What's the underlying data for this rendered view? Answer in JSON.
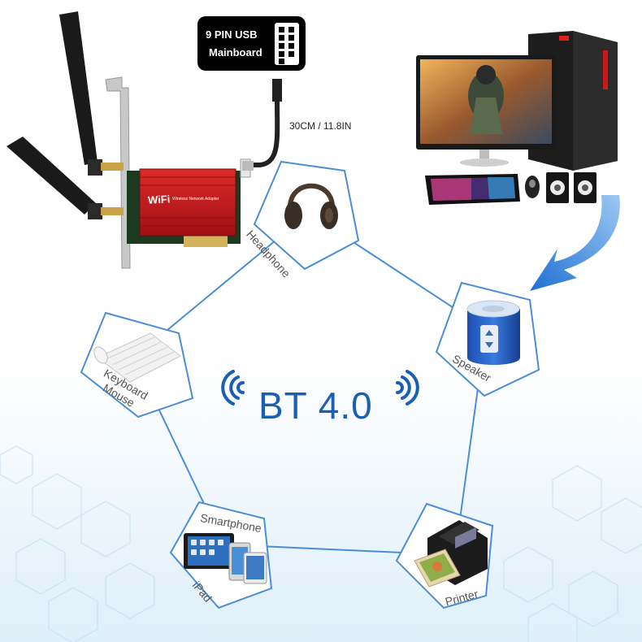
{
  "bt_title": "BT 4.0",
  "usb_badge": {
    "line1": "9 PIN USB",
    "line2": "Mainboard"
  },
  "cable_length": "30CM / 11.8IN",
  "adapter_brand": "WiFi",
  "adapter_name": "Wireless Network Adapter",
  "devices": {
    "headphone": "Headphone",
    "speaker": "Speaker",
    "keyboard": "Keyboard",
    "mouse": "Mouse",
    "smartphone": "Smartphone",
    "ipad": "iPad",
    "printer": "Printer"
  },
  "colors": {
    "network_line": "#4a8ed6",
    "title": "#1a5fb4",
    "arrow": "#2f7fd8",
    "card_red": "#c3171d"
  },
  "icons": [
    "wireless-signal-left-icon",
    "wireless-signal-right-icon",
    "headphone-icon",
    "speaker-icon",
    "keyboard-icon",
    "mouse-icon",
    "smartphone-icon",
    "tablet-icon",
    "printer-icon",
    "computer-setup-icon",
    "wifi-card-icon",
    "antenna-icon",
    "curved-arrow-icon"
  ]
}
